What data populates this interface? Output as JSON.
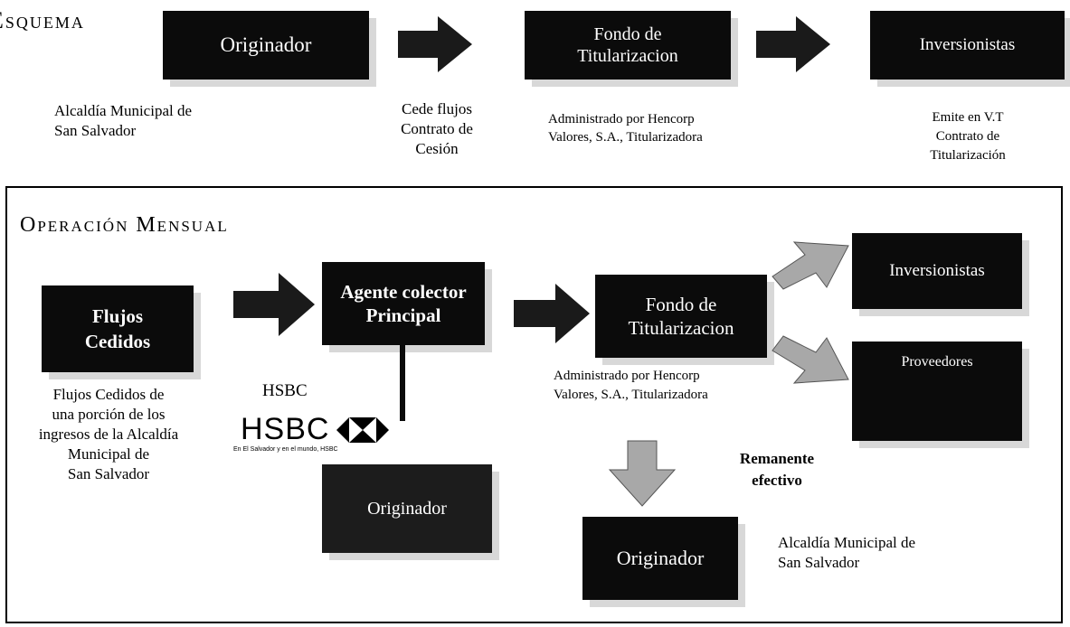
{
  "esquema": {
    "title": "Esquema",
    "originador": "Originador",
    "originador_caption": [
      "Alcaldía Municipal de",
      "San Salvador"
    ],
    "arrow1_caption": [
      "Cede flujos",
      "Contrato de",
      "Cesión"
    ],
    "fondo": [
      "Fondo de",
      "Titularizacion"
    ],
    "fondo_caption": [
      "Administrado por Hencorp",
      "Valores, S.A., Titularizadora"
    ],
    "inversionistas": "Inversionistas",
    "inversionistas_caption": [
      "Emite en V.T",
      "Contrato de",
      "Titularización"
    ]
  },
  "operacion": {
    "title": "Operación Mensual",
    "flujos": [
      "Flujos",
      "Cedidos"
    ],
    "flujos_caption": [
      "Flujos Cedidos de",
      "una porción de los",
      "ingresos de la  Alcaldía",
      "Municipal de",
      "San Salvador"
    ],
    "agente": [
      "Agente colector",
      "Principal"
    ],
    "hsbc_label": "HSBC",
    "hsbc_logo_text": "HSBC",
    "hsbc_tagline": "En El Salvador y en el mundo, HSBC",
    "originador_left": "Originador",
    "fondo": [
      "Fondo de",
      "Titularizacion"
    ],
    "fondo_caption": [
      "Administrado por Hencorp",
      "Valores, S.A., Titularizadora"
    ],
    "inversionistas": "Inversionistas",
    "proveedores": "Proveedores",
    "remanente": [
      "Remanente",
      "efectivo"
    ],
    "originador_bottom": "Originador",
    "originador_bottom_caption": [
      "Alcaldía Municipal de",
      "San Salvador"
    ]
  },
  "colors": {
    "box": "#0b0b0b",
    "arrow_dark": "#1a1a1a",
    "arrow_light": "#a8a8a8",
    "shadow": "#d8d8d8"
  }
}
